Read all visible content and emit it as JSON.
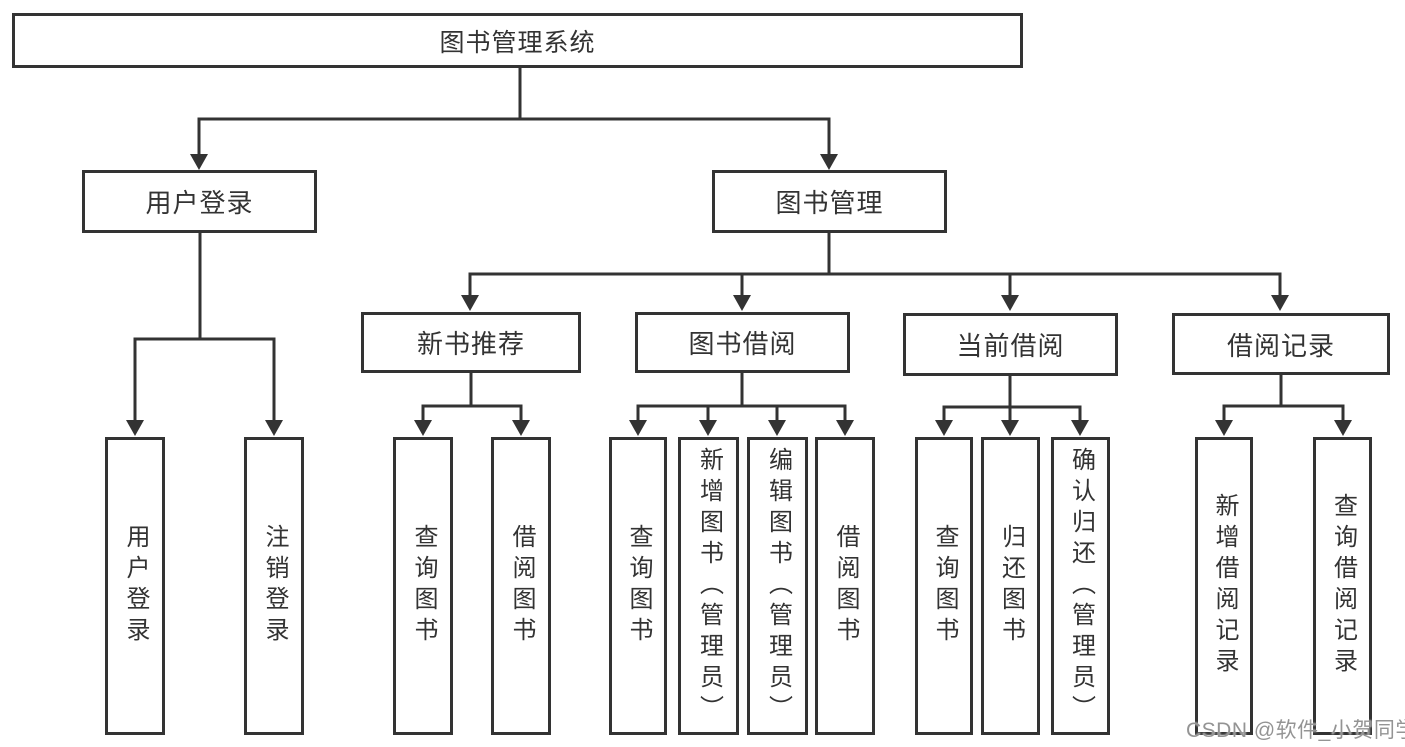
{
  "diagram": {
    "type": "hierarchy-tree",
    "orientation": "top-down",
    "colors": {
      "line": "#333333",
      "node_border": "#333333",
      "node_text": "#333333",
      "background": "#ffffff",
      "watermark_text_color": "#949494"
    }
  },
  "tree": {
    "label": "图书管理系统",
    "children": [
      {
        "label": "用户登录",
        "children": [
          {
            "label": "用户登录"
          },
          {
            "label": "注销登录"
          }
        ]
      },
      {
        "label": "图书管理",
        "children": [
          {
            "label": "新书推荐",
            "children": [
              {
                "label": "查询图书"
              },
              {
                "label": "借阅图书"
              }
            ]
          },
          {
            "label": "图书借阅",
            "children": [
              {
                "label": "查询图书"
              },
              {
                "label": "新增图书（管理员）"
              },
              {
                "label": "编辑图书（管理员）"
              },
              {
                "label": "借阅图书"
              }
            ]
          },
          {
            "label": "当前借阅",
            "children": [
              {
                "label": "查询图书"
              },
              {
                "label": "归还图书"
              },
              {
                "label": "确认归还（管理员）"
              }
            ]
          },
          {
            "label": "借阅记录",
            "children": [
              {
                "label": "新增借阅记录"
              },
              {
                "label": "查询借阅记录"
              }
            ]
          }
        ]
      }
    ]
  },
  "watermark": {
    "text": "CSDN @软件_小贺同学"
  }
}
